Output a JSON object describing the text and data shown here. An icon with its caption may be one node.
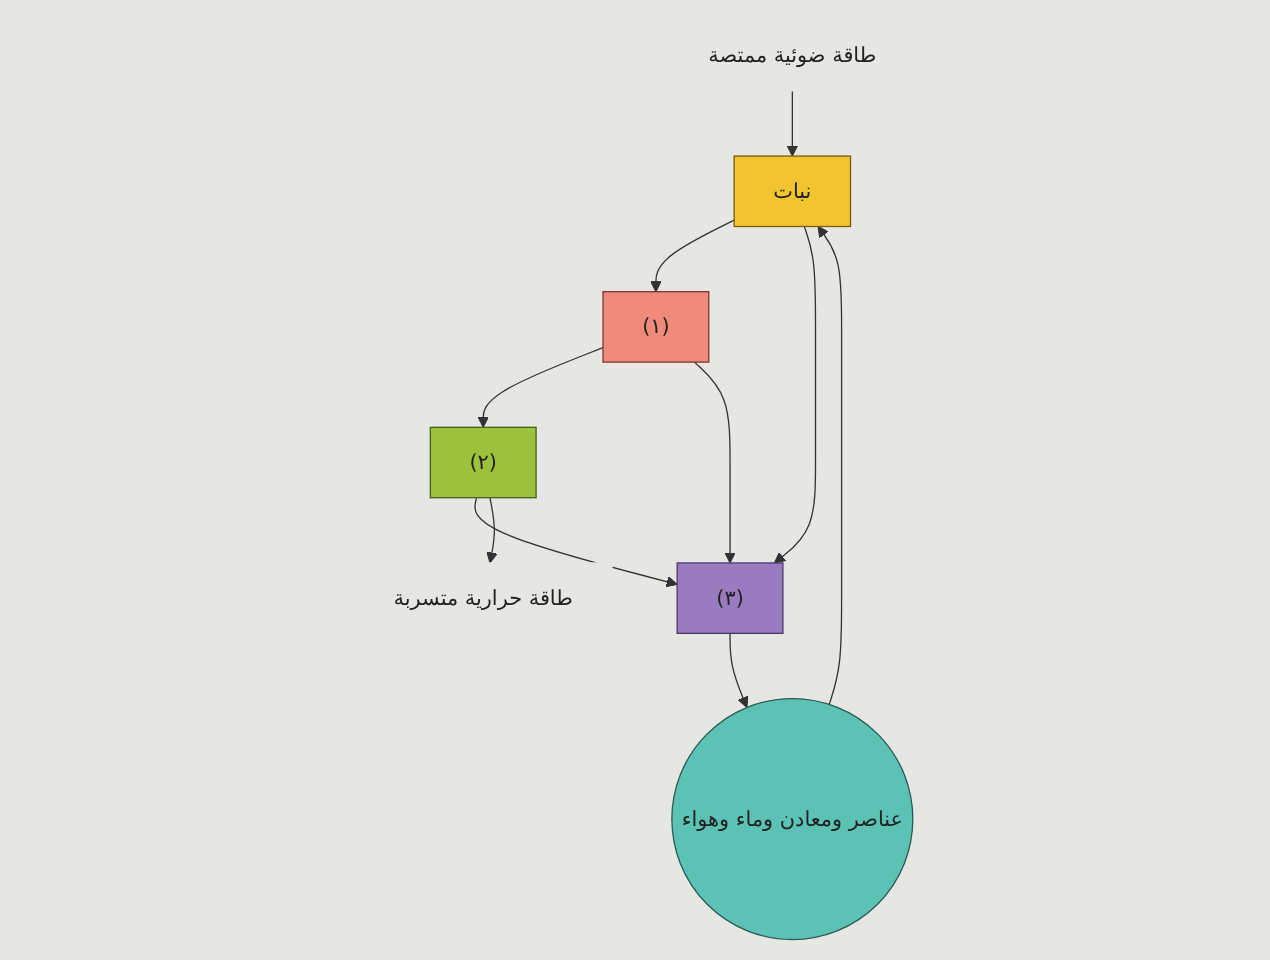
{
  "diagram": {
    "nodes": [
      {
        "text": [
          "طاقة ضوئية ممتصة"
        ]
      },
      {
        "text": [
          "نبات"
        ]
      },
      {
        "text": [
          "(١)"
        ]
      },
      {
        "text": [
          "(٢)"
        ]
      },
      {
        "text": [
          "(٣)"
        ]
      },
      {
        "text": [
          "عناصر ومعادن وماء وهواء"
        ]
      },
      {
        "text": [
          "طاقة حرارية متسربة"
        ]
      }
    ],
    "edges": [
      {
        "from": 0,
        "to": 1,
        "arrow": "to"
      },
      {
        "from": 5,
        "to": 1,
        "arrow": "to"
      },
      {
        "from": 1,
        "to": 2,
        "arrow": "to"
      },
      {
        "from": 2,
        "to": 3,
        "arrow": "to"
      },
      {
        "from": 3,
        "to": 4,
        "arrow": "to"
      },
      {
        "from": 4,
        "to": 5,
        "arrow": "to"
      },
      {
        "from": 1,
        "to": 4,
        "arrow": "to"
      },
      {
        "from": 2,
        "to": 4,
        "arrow": "to"
      },
      {
        "from": 3,
        "to": 6,
        "arrow": "to"
      }
    ]
  }
}
